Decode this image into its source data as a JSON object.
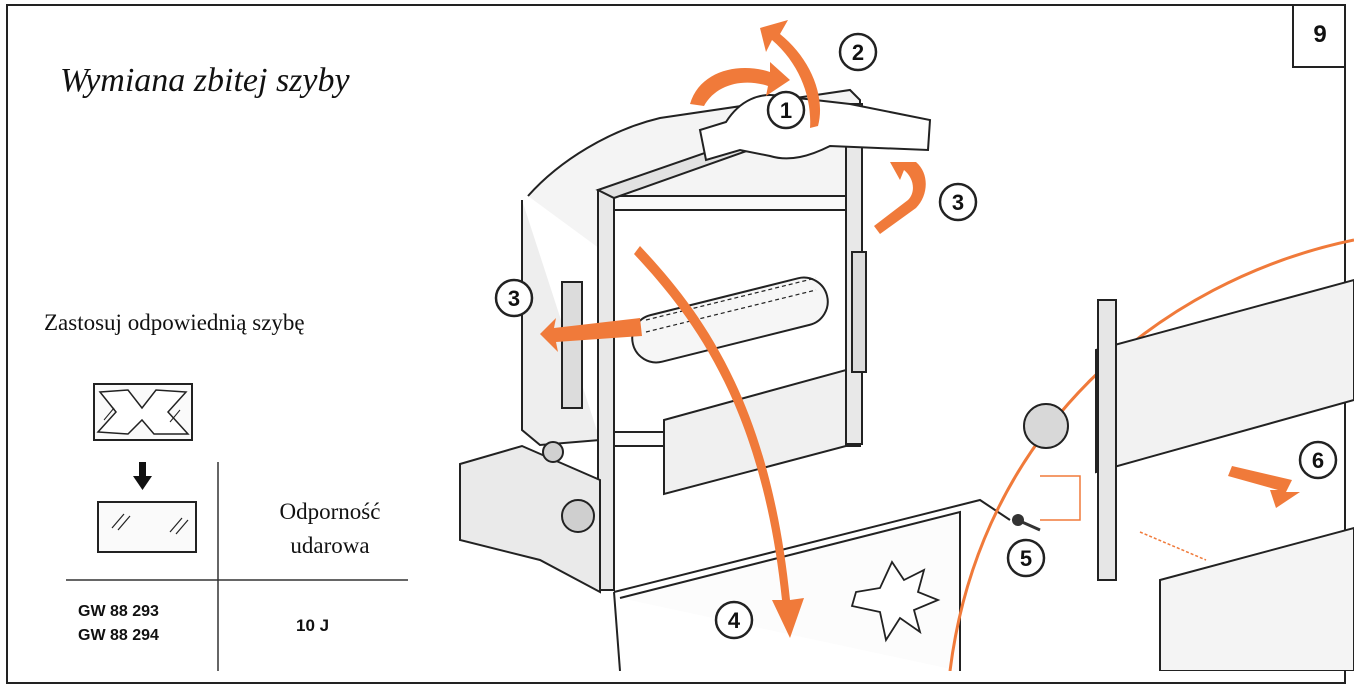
{
  "page": {
    "number": "9",
    "title": "Wymiana zbitej szyby"
  },
  "glass_selection": {
    "instruction": "Zastosuj odpowiednią szybę",
    "resistance_label": "Odporność udarowa",
    "codes": [
      "GW 88 293",
      "GW 88 294"
    ],
    "impact_energy": "10 J"
  },
  "steps": [
    "1",
    "2",
    "3",
    "3",
    "4",
    "5",
    "6"
  ],
  "colors": {
    "arrow": "#f07a3a",
    "outline": "#222222",
    "fill": "#f2f2f2"
  }
}
